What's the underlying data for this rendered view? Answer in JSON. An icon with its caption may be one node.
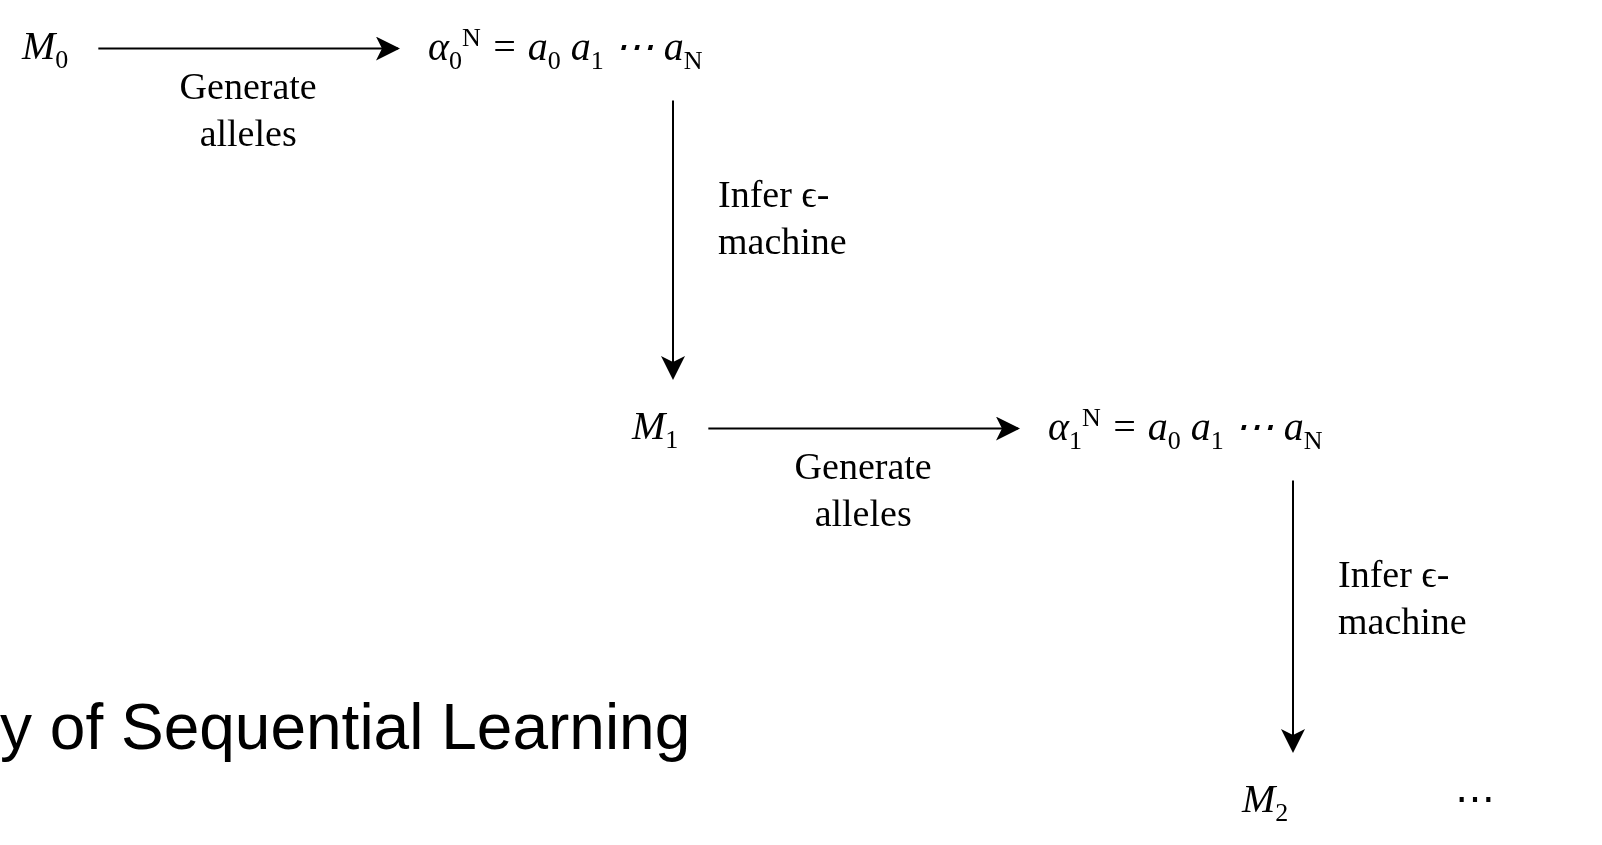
{
  "diagram": {
    "nodes": [
      {
        "text": [
          "M$_{0}$"
        ]
      },
      {
        "text": [
          "α$_{0}$$^{N}$ = a$_{0}$ a$_{1}$ ⋯ a$_{N}$"
        ]
      },
      {
        "text": [
          "M$_{1}$"
        ]
      },
      {
        "text": [
          "α$_{1}$$^{N}$ = a$_{0}$ a$_{1}$ ⋯ a$_{N}$"
        ]
      },
      {
        "text": [
          "M$_{2}$"
        ]
      }
    ],
    "edges": [
      {
        "from": 0,
        "to": 1,
        "arrow": "to",
        "label": "Generate alleles"
      },
      {
        "from": 1,
        "to": 2,
        "arrow": "to",
        "label": "Infer ϵ-machine"
      },
      {
        "from": 2,
        "to": 3,
        "arrow": "to",
        "label": "Generate alleles"
      },
      {
        "from": 3,
        "to": 4,
        "arrow": "to",
        "label": "Infer ϵ-machine"
      }
    ],
    "labels": [
      "y of Sequential Learning",
      "⋯"
    ]
  }
}
